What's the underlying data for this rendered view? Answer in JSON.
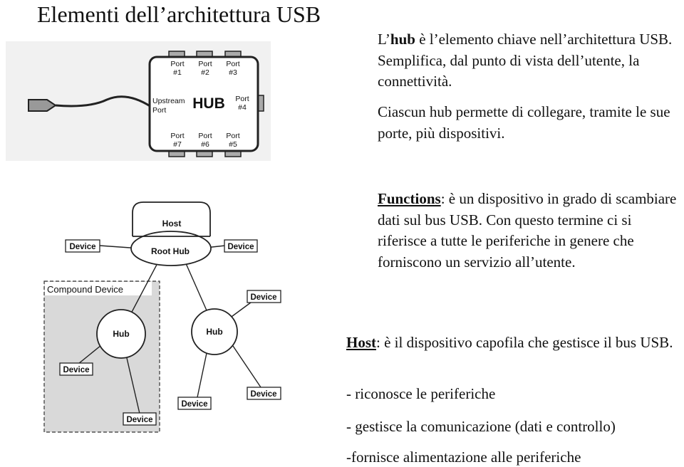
{
  "slide": {
    "title": "Elementi dell’architettura USB",
    "hub_para": {
      "pre": "L’",
      "term": "hub",
      "rest": " è l’elemento chiave nell’architettura USB. Semplifica, dal punto di vista dell’utente, la connettività."
    },
    "hub_para2": "Ciascun hub permette di collegare, tramite le sue porte, più dispositivi.",
    "functions_para": {
      "term": "Functions",
      "rest": ": è un dispositivo in grado di scambiare dati sul bus USB. Con questo termine ci si riferisce a tutte le periferiche in genere che forniscono un servizio all’utente."
    },
    "host_para": {
      "term": "Host",
      "rest": ": è il dispositivo capofila che gestisce il bus USB."
    },
    "host_duties": [
      "- riconosce le periferiche",
      "- gestisce la comunicazione (dati e controllo)",
      "-fornisce alimentazione alle periferiche"
    ]
  },
  "hub_diagram": {
    "hub_label": "HUB",
    "upstream_label": [
      "Upstream",
      "Port"
    ],
    "ports": [
      {
        "name": "Port",
        "num": "#1"
      },
      {
        "name": "Port",
        "num": "#2"
      },
      {
        "name": "Port",
        "num": "#3"
      },
      {
        "name": "Port",
        "num": "#4"
      },
      {
        "name": "Port",
        "num": "#5"
      },
      {
        "name": "Port",
        "num": "#6"
      },
      {
        "name": "Port",
        "num": "#7"
      }
    ]
  },
  "topology": {
    "host": "Host",
    "root_hub": "Root Hub",
    "hub": "Hub",
    "device": "Device",
    "compound_device": "Compound Device"
  }
}
